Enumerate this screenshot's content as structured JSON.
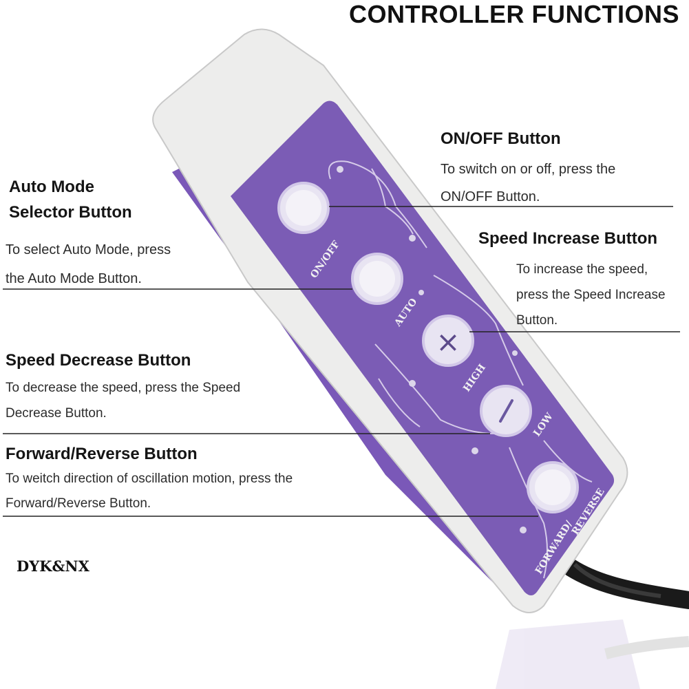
{
  "header": {
    "title": "CONTROLLER FUNCTIONS"
  },
  "callouts": {
    "onoff": {
      "title": "ON/OFF Button",
      "line1": "To switch on or off, press the",
      "line2": "ON/OFF Button."
    },
    "auto": {
      "title_line1": "Auto Mode",
      "title_line2": "Selector Button",
      "line1": "To select Auto Mode, press",
      "line2": "the Auto Mode Button."
    },
    "speed_up": {
      "title": "Speed Increase Button",
      "line1": "To increase the speed,",
      "line2": "press the Speed Increase",
      "line3": "Button."
    },
    "speed_down": {
      "title": "Speed Decrease Button",
      "line1": "To decrease the speed, press the Speed",
      "line2": "Decrease Button."
    },
    "direction": {
      "title": "Forward/Reverse Button",
      "line1": "To weitch direction of oscillation motion, press the",
      "line2": "Forward/Reverse Button."
    }
  },
  "device": {
    "labels": {
      "onoff": "ON/OFF",
      "auto": "AUTO",
      "high": "HIGH",
      "low": "LOW",
      "forward": "FORWARD/",
      "reverse": "REVERSE"
    },
    "colors": {
      "body": "#eeeeed",
      "panel": "#7a5bb5",
      "button": "#e9e5f3",
      "cable": "#1a1a1a"
    }
  },
  "watermark": "DYK&NX"
}
